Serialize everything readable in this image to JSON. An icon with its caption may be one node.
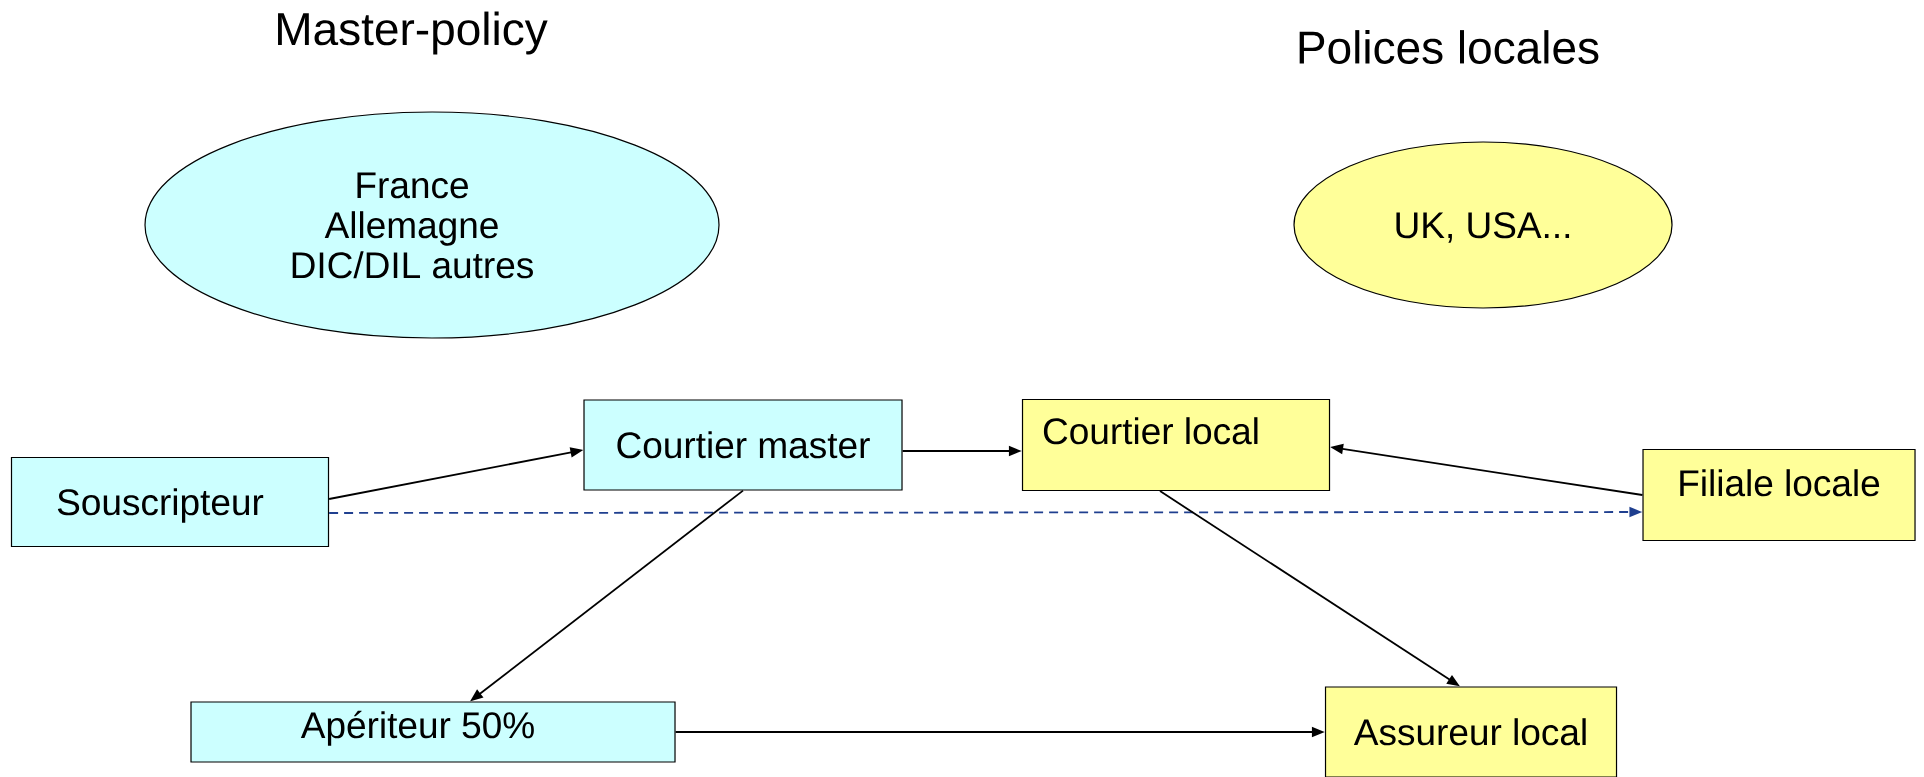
{
  "diagram": {
    "nodes": [
      {
        "text": [
          "France",
          "Allemagne",
          "DIC/DIL autres"
        ]
      },
      {
        "text": [
          "UK, USA..."
        ]
      },
      {
        "text": [
          "Souscripteur"
        ]
      },
      {
        "text": [
          "Courtier master"
        ]
      },
      {
        "text": [
          "Courtier local"
        ]
      },
      {
        "text": [
          "Filiale locale"
        ]
      },
      {
        "text": [
          "Apériteur 50%"
        ]
      },
      {
        "text": [
          "Assureur local"
        ]
      }
    ],
    "edges": [
      {
        "from": 2,
        "to": 3,
        "arrow": "to"
      },
      {
        "from": 3,
        "to": 4,
        "arrow": "to"
      },
      {
        "from": 5,
        "to": 4,
        "arrow": "to"
      },
      {
        "from": 2,
        "to": 5,
        "arrow": "to",
        "style": "dashed",
        "color": "#1f3f8f"
      },
      {
        "from": 3,
        "to": 6,
        "arrow": "to"
      },
      {
        "from": 4,
        "to": 7,
        "arrow": "to"
      },
      {
        "from": 6,
        "to": 7,
        "arrow": "to"
      }
    ],
    "labels": [
      "Master-policy",
      "Polices locales"
    ]
  }
}
